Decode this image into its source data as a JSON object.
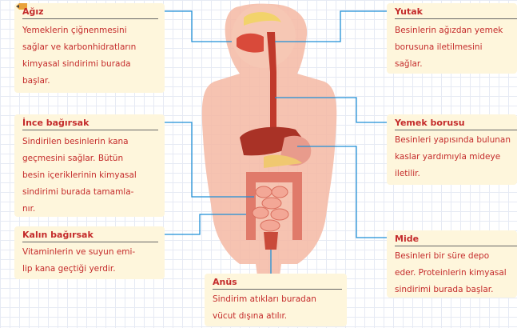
{
  "labels": {
    "agiz": {
      "title": "Ağız",
      "body": [
        "Yemeklerin çiğnenmesini",
        "sağlar ve karbonhidratların",
        "kimyasal sindirimi burada",
        "başlar."
      ]
    },
    "ince": {
      "title": "İnce bağırsak",
      "body": [
        "Sindirilen besinlerin kana",
        "geçmesini sağlar. Bütün",
        "besin içeriklerinin kimyasal",
        "sindirimi burada tamamla-",
        "nır."
      ]
    },
    "kalin": {
      "title": "Kalın bağırsak",
      "body": [
        "Vitaminlerin ve suyun emi-",
        "lip kana geçtiği yerdir."
      ]
    },
    "anus": {
      "title": "Anüs",
      "body": [
        "Sindirim atıkları buradan",
        "vücut dışına atılır."
      ]
    },
    "yutak": {
      "title": "Yutak",
      "body": [
        "Besinlerin ağızdan yemek",
        "borusuna iletilmesini",
        "sağlar."
      ]
    },
    "yemek": {
      "title": "Yemek borusu",
      "body": [
        "Besinleri yapısında bulunan",
        "kaslar yardımıyla mideye",
        "iletilir."
      ]
    },
    "mide": {
      "title": "Mide",
      "body": [
        "Besinleri bir süre depo",
        "eder. Proteinlerin kimyasal",
        "sindirimi burada başlar."
      ]
    }
  },
  "colors": {
    "title": "#c42b2b",
    "card": "#fef6dc",
    "leader": "#1f8fd6",
    "skin": "#f4b9a3"
  }
}
